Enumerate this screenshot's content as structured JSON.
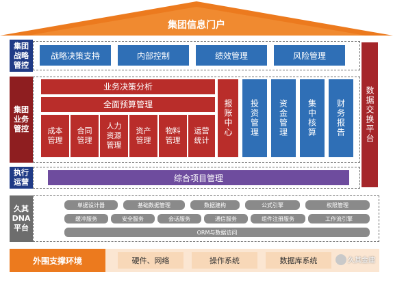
{
  "portal": {
    "title": "集团信息门户"
  },
  "rows": {
    "strategy": {
      "label": "集团\n战略\n管控",
      "items": [
        "战略决策支持",
        "内部控制",
        "绩效管理",
        "风险管理"
      ]
    },
    "business": {
      "label": "集团\n业务\n管控",
      "wide_items": [
        "业务决策分析",
        "全面预算管理"
      ],
      "small_items": [
        "成本\n管理",
        "合同\n管理",
        "人力\n资源\n管理",
        "资产\n管理",
        "物料\n管理",
        "运营\n统计"
      ],
      "reimbursement": "报账中心",
      "blue_columns": [
        "投资管理",
        "资金管理",
        "集中核算",
        "财务报告"
      ]
    },
    "execution": {
      "label": "执行\n运营",
      "item": "综合项目管理"
    },
    "dna": {
      "label": "久其\nDNA\n平台",
      "row1": [
        "单据设计器",
        "基础数据管理",
        "数据建构",
        "公式引擎",
        "权限管理"
      ],
      "row2": [
        "缓冲服务",
        "安全服务",
        "会话服务",
        "通信服务",
        "组件注册服务",
        "工作流引擎"
      ],
      "row3": "ORM与数据访问"
    },
    "external": {
      "label": "外围支撑环境",
      "items": [
        "硬件、网络",
        "操作系统",
        "数据库系统"
      ]
    }
  },
  "exchange": {
    "label": "数据交换平台"
  },
  "watermark": {
    "text": "久其金建"
  },
  "colors": {
    "roof": "#ec7a1e",
    "navy": "#203b86",
    "blue": "#2f6fb6",
    "red": "#b92d2a",
    "darkred": "#8e1e20",
    "purple": "#6e4c9e",
    "orange": "#ec7a1e"
  }
}
